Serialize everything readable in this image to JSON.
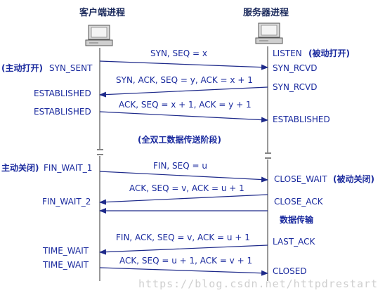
{
  "client": {
    "title": "客户端进程"
  },
  "server": {
    "title": "服务器进程"
  },
  "messages": [
    "SYN, SEQ = x",
    "SYN, ACK, SEQ = y, ACK = x + 1",
    "ACK, SEQ = x + 1, ACK = y + 1",
    "FIN, SEQ = u",
    "ACK, SEQ = v, ACK = u + 1",
    "FIN, ACK, SEQ = v, ACK = u + 1",
    "ACK, SEQ = u + 1, ACK = v + 1"
  ],
  "client_states": {
    "syn_sent_note": "(主动打开)",
    "syn_sent": "SYN_SENT",
    "established_1": "ESTABLISHED",
    "established_2": "ESTABLISHED",
    "fin_wait_1_note": "主动关闭)",
    "fin_wait_1": "FIN_WAIT_1",
    "fin_wait_2": "FIN_WAIT_2",
    "time_wait_1": "TIME_WAIT",
    "time_wait_2": "TIME_WAIT"
  },
  "server_states": {
    "listen": "LISTEN",
    "listen_note": "(被动打开)",
    "syn_rcvd_1": "SYN_RCVD",
    "syn_rcvd_2": "SYN_RCVD",
    "established": "ESTABLISHED",
    "close_wait": "CLOSE_WAIT",
    "close_wait_note": "(被动关闭)",
    "close_ack": "CLOSE_ACK",
    "last_ack": "LAST_ACK",
    "closed": "CLOSED"
  },
  "phase_full_duplex": "(全双工数据传送阶段)",
  "phase_data": "数据传输",
  "watermark": "https://blog.csdn.net/httpdrestart",
  "colors": {
    "text": "#1a2a9e",
    "lines": "#1e2a8a",
    "timeline": "#333333"
  }
}
